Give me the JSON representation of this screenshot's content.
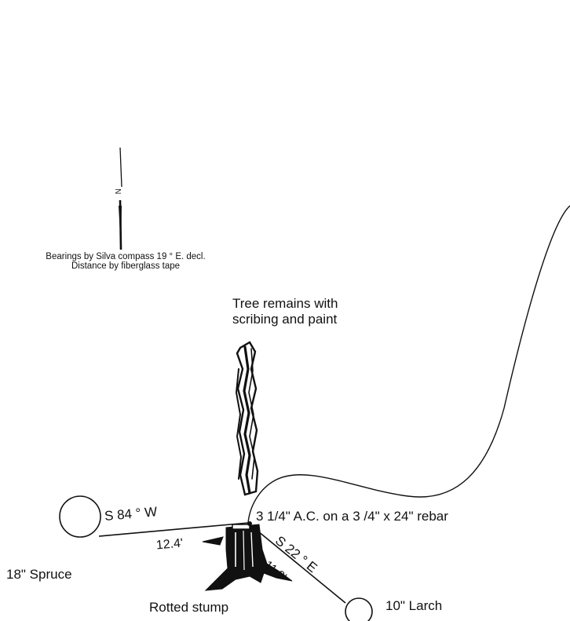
{
  "north_arrow": {
    "letter": "N"
  },
  "notes": {
    "line1": "Bearings by Silva compass 19 ° E. decl.",
    "line2": "Distance by fiberglass tape"
  },
  "tree_remains": {
    "line1": "Tree remains with",
    "line2": "scribing and paint"
  },
  "monument": {
    "label": "3 1/4\" A.C. on a 3 /4\" x 24\" rebar"
  },
  "spruce": {
    "label": "18\" Spruce",
    "bearing": "S  84 ° W",
    "distance": "12.4'"
  },
  "larch": {
    "label": "10\" Larch",
    "bearing": "S  22 ° E",
    "distance": "11.9'"
  },
  "stump": {
    "label": "Rotted stump"
  }
}
